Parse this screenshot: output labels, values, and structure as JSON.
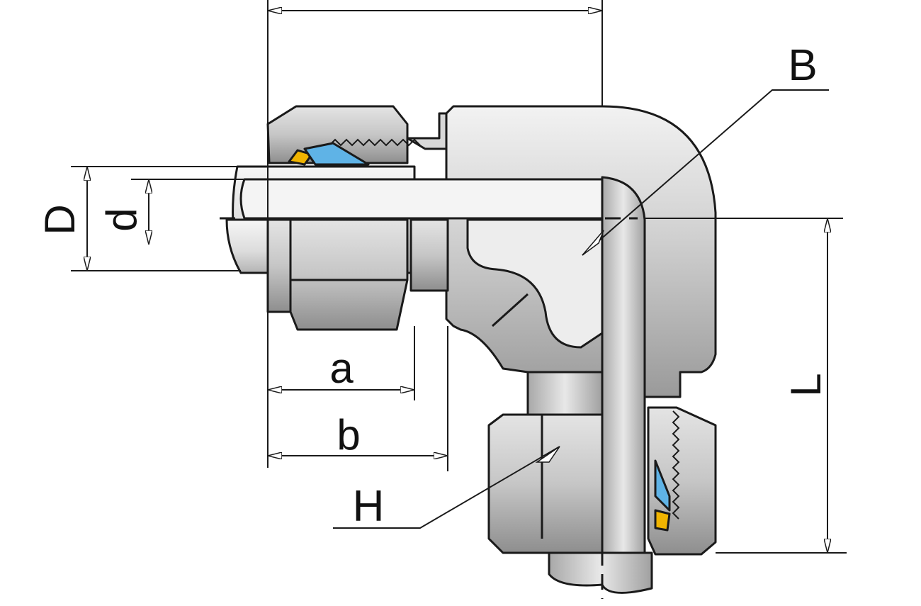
{
  "diagram": {
    "labels": {
      "D": "D",
      "d": "d",
      "a": "a",
      "b": "b",
      "B": "B",
      "H": "H",
      "L": "L"
    },
    "colors": {
      "metal_light": "#e6e6e6",
      "metal_mid": "#c9c9c9",
      "metal_dark": "#9c9c9c",
      "ferrule_blue": "#5fb3e6",
      "ferrule_gold": "#f0b400",
      "line": "#1a1a1a"
    }
  }
}
